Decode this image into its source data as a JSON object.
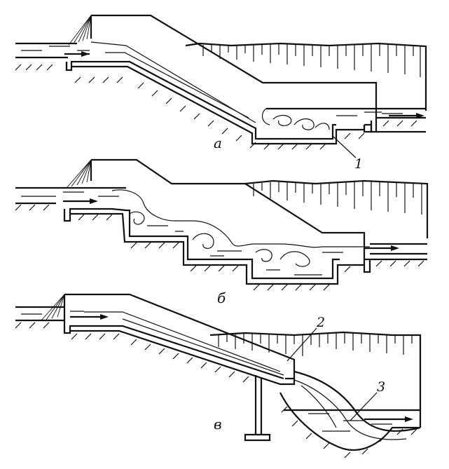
{
  "figure": {
    "panels": [
      {
        "letter": "а"
      },
      {
        "letter": "б"
      },
      {
        "letter": "в"
      }
    ],
    "callouts": [
      "1",
      "2",
      "3"
    ]
  }
}
